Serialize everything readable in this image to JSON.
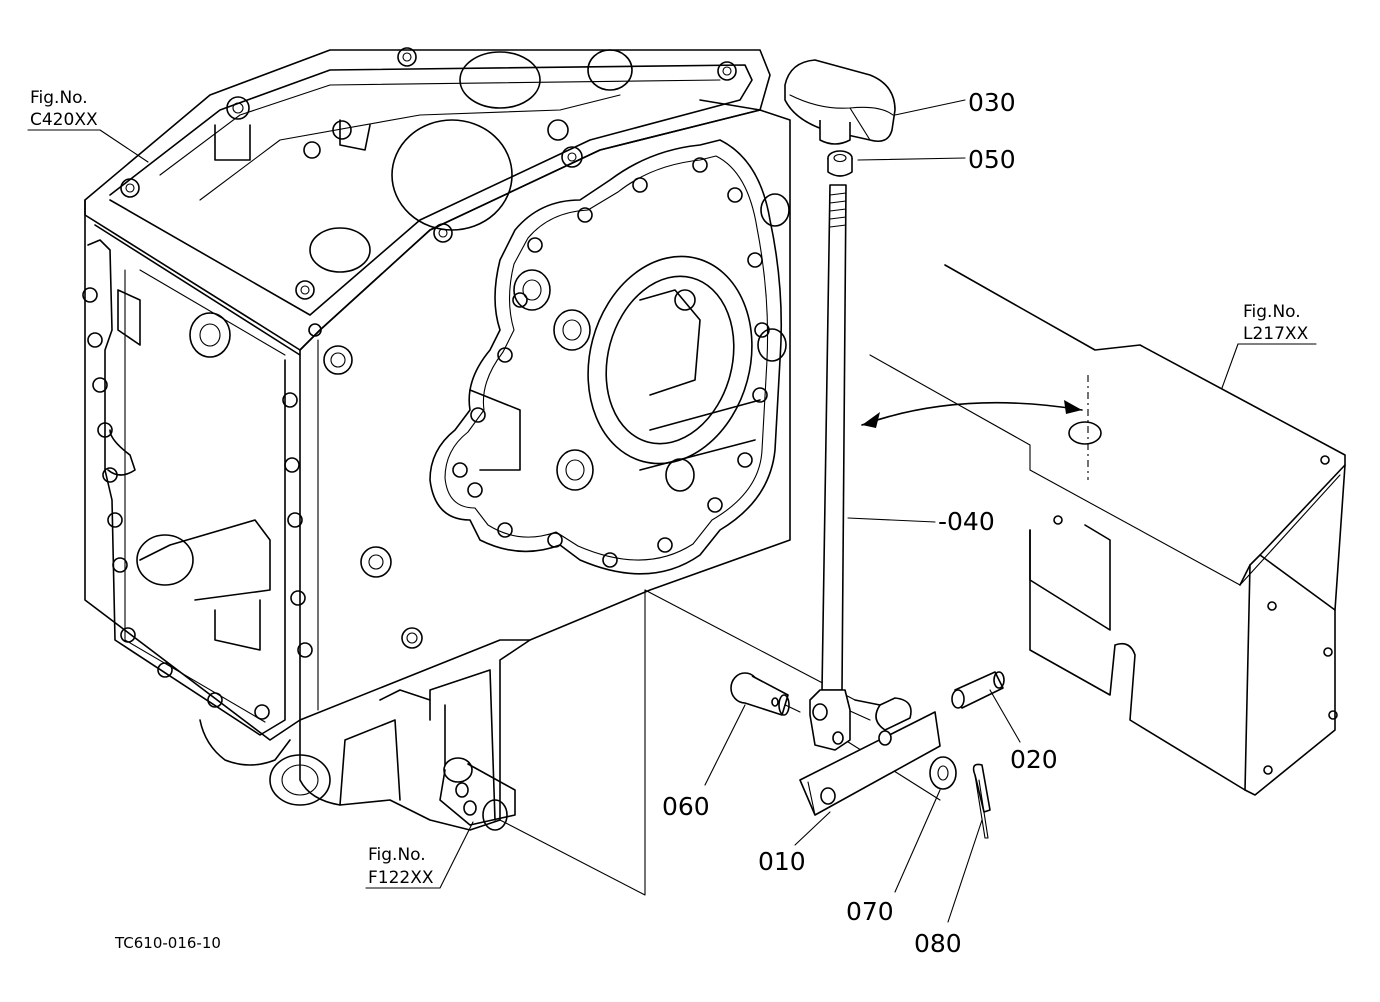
{
  "figure_code": "TC610-016-10",
  "fig_refs": [
    {
      "id": "c420",
      "line1": "Fig.No.",
      "line2": "C420XX"
    },
    {
      "id": "l217",
      "line1": "Fig.No.",
      "line2": "L217XX"
    },
    {
      "id": "f122",
      "line1": "Fig.No.",
      "line2": "F122XX"
    }
  ],
  "parts": [
    {
      "id": "030",
      "label": "030"
    },
    {
      "id": "050",
      "label": "050"
    },
    {
      "id": "040",
      "label": "-040"
    },
    {
      "id": "020",
      "label": "020"
    },
    {
      "id": "060",
      "label": "060"
    },
    {
      "id": "010",
      "label": "010"
    },
    {
      "id": "070",
      "label": "070"
    },
    {
      "id": "080",
      "label": "080"
    }
  ]
}
